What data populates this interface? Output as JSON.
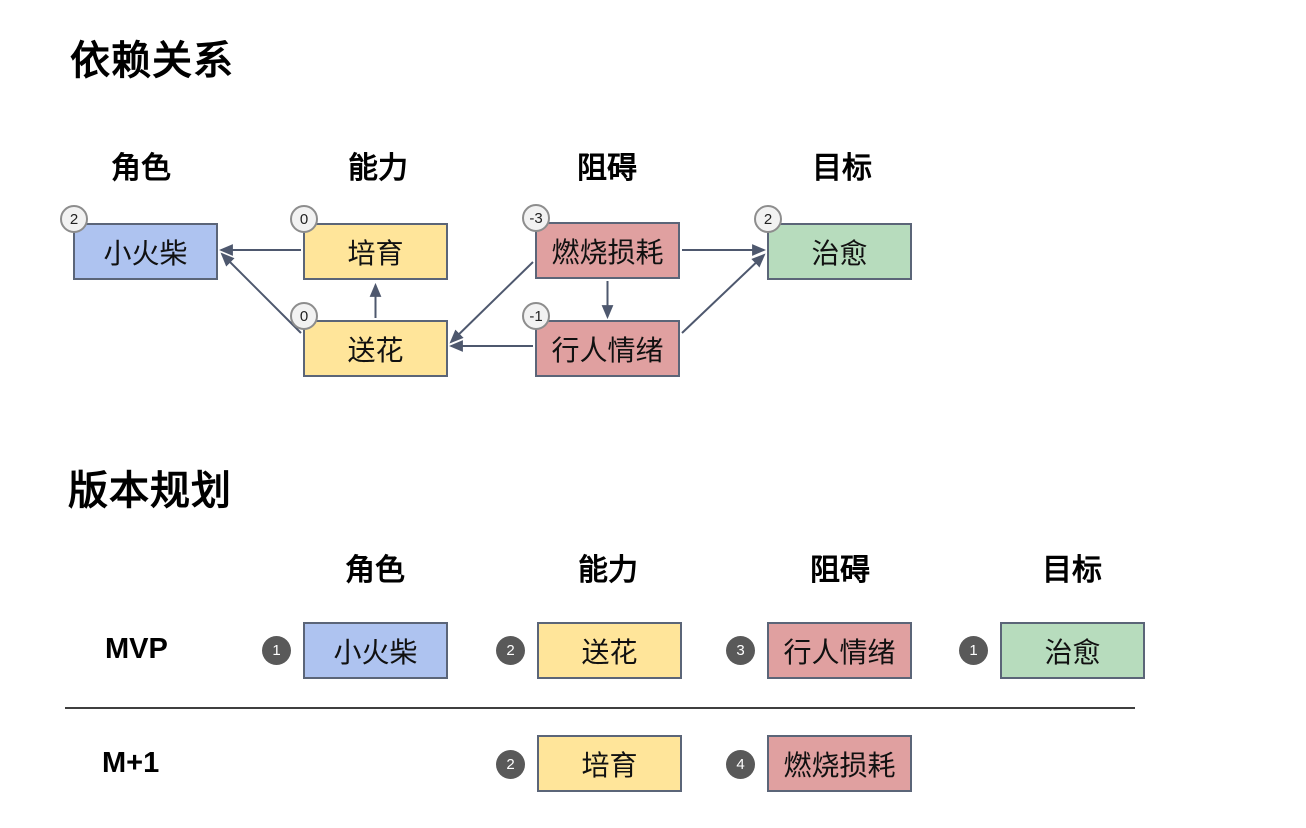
{
  "colors": {
    "role_fill": "#aec3f0",
    "ability_fill": "#ffe59a",
    "obstacle_fill": "#e0a0a0",
    "goal_fill": "#b7dcbd",
    "box_border": "#5b6578",
    "arrow": "#4e586e",
    "badge_light_fill": "#f2f2f2",
    "badge_light_border": "#8d8d8d",
    "badge_dark_fill": "#595959",
    "divider": "#3f3f3f"
  },
  "dependency_section": {
    "title": "依赖关系",
    "column_headers": [
      {
        "label": "角色"
      },
      {
        "label": "能力"
      },
      {
        "label": "阻碍"
      },
      {
        "label": "目标"
      }
    ],
    "nodes": [
      {
        "id": "xiaohuochai",
        "label": "小火柴",
        "badge": "2",
        "category": "role"
      },
      {
        "id": "peiyu",
        "label": "培育",
        "badge": "0",
        "category": "ability"
      },
      {
        "id": "songhua",
        "label": "送花",
        "badge": "0",
        "category": "ability"
      },
      {
        "id": "ranshaosunhao",
        "label": "燃烧损耗",
        "badge": "-3",
        "category": "obstacle"
      },
      {
        "id": "xingrenqingxu",
        "label": "行人情绪",
        "badge": "-1",
        "category": "obstacle"
      },
      {
        "id": "zhiyu",
        "label": "治愈",
        "badge": "2",
        "category": "goal"
      }
    ],
    "edges": [
      {
        "id": "peiyu-to-xiaohuochai",
        "from": "培育",
        "to": "小火柴",
        "points": [
          301,
          250,
          221,
          250
        ]
      },
      {
        "id": "songhua-to-xiaohuochai",
        "from": "送花",
        "to": "小火柴",
        "points": [
          301,
          333,
          222,
          254
        ]
      },
      {
        "id": "songhua-to-peiyu",
        "from": "送花",
        "to": "培育",
        "points": [
          375.5,
          318,
          375.5,
          285
        ]
      },
      {
        "id": "ranshaosunhao-to-songhua",
        "from": "燃烧损耗",
        "to": "送花",
        "points": [
          533,
          262,
          451,
          342
        ]
      },
      {
        "id": "xingrenqingxu-to-songhua",
        "from": "行人情绪",
        "to": "送花",
        "points": [
          533,
          346,
          451,
          346
        ]
      },
      {
        "id": "ranshaosunhao-to-xingrenqingxu",
        "from": "燃烧损耗",
        "to": "行人情绪",
        "points": [
          607.5,
          281,
          607.5,
          317
        ]
      },
      {
        "id": "ranshaosunhao-to-zhiyu",
        "from": "燃烧损耗",
        "to": "治愈",
        "points": [
          682,
          250,
          764,
          250
        ]
      },
      {
        "id": "xingrenqingxu-to-zhiyu",
        "from": "行人情绪",
        "to": "治愈",
        "points": [
          682,
          333,
          764,
          255
        ]
      }
    ]
  },
  "planning_section": {
    "title": "版本规划",
    "column_headers": [
      {
        "label": "角色"
      },
      {
        "label": "能力"
      },
      {
        "label": "阻碍"
      },
      {
        "label": "目标"
      }
    ],
    "rows": [
      {
        "label": "MVP",
        "items": [
          {
            "badge": "1",
            "label": "小火柴",
            "category": "role"
          },
          {
            "badge": "2",
            "label": "送花",
            "category": "ability"
          },
          {
            "badge": "3",
            "label": "行人情绪",
            "category": "obstacle"
          },
          {
            "badge": "1",
            "label": "治愈",
            "category": "goal"
          }
        ]
      },
      {
        "label": "M+1",
        "items": [
          {
            "badge": "2",
            "label": "培育",
            "category": "ability"
          },
          {
            "badge": "4",
            "label": "燃烧损耗",
            "category": "obstacle"
          }
        ]
      }
    ]
  }
}
